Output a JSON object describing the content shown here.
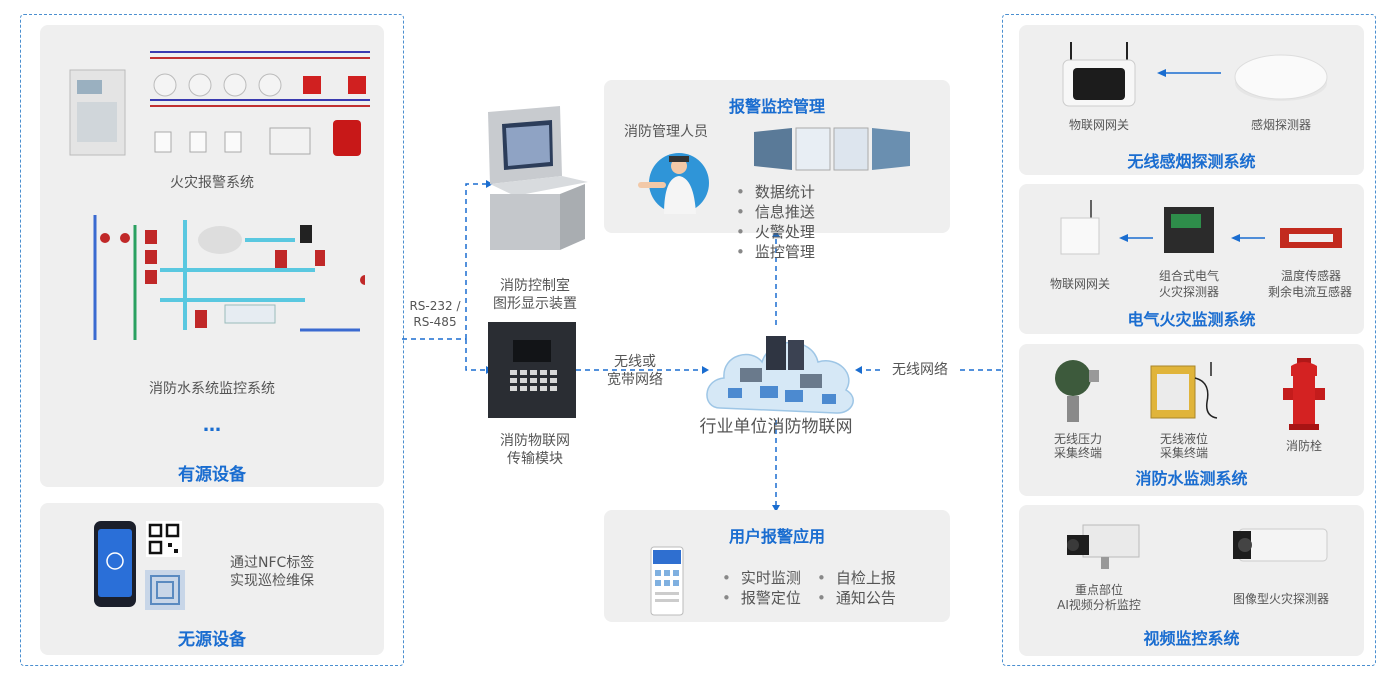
{
  "left": {
    "active_panel": {
      "title": "有源设备",
      "fire_alarm_label": "火灾报警系统",
      "water_label": "消防水系统监控系统",
      "ellipsis": "…"
    },
    "passive_panel": {
      "title": "无源设备",
      "nfc_line1": "通过NFC标签",
      "nfc_line2": "实现巡检维保"
    }
  },
  "middle": {
    "interface_label_1": "RS-232 /",
    "interface_label_2": "RS-485",
    "console_line1": "消防控制室",
    "console_line2": "图形显示装置",
    "module_line1": "消防物联网",
    "module_line2": "传输模块",
    "network_link_line1": "无线或",
    "network_link_line2": "宽带网络",
    "cloud_label": "行业单位消防物联网",
    "wireless_label": "无线网络"
  },
  "alarm_panel": {
    "title": "报警监控管理",
    "person_label": "消防管理人员",
    "items": [
      "数据统计",
      "信息推送",
      "火警处理",
      "监控管理"
    ]
  },
  "user_panel": {
    "title": "用户报警应用",
    "items": [
      "实时监测",
      "自检上报",
      "报警定位",
      "通知公告"
    ]
  },
  "right": {
    "smoke": {
      "title": "无线感烟探测系统",
      "gateway": "物联网网关",
      "detector": "感烟探测器"
    },
    "electric": {
      "title": "电气火灾监测系统",
      "gateway": "物联网网关",
      "combined_1": "组合式电气",
      "combined_2": "火灾探测器",
      "sensor_1": "温度传感器",
      "sensor_2": "剩余电流互感器"
    },
    "water": {
      "title": "消防水监测系统",
      "pressure_1": "无线压力",
      "pressure_2": "采集终端",
      "level_1": "无线液位",
      "level_2": "采集终端",
      "hydrant": "消防栓"
    },
    "video": {
      "title": "视频监控系统",
      "cam_1": "重点部位",
      "cam_2": "AI视频分析监控",
      "detector": "图像型火灾探测器"
    }
  },
  "colors": {
    "accent": "#1a6dd0",
    "frame": "#4a8fd0",
    "panel": "#efefef"
  }
}
